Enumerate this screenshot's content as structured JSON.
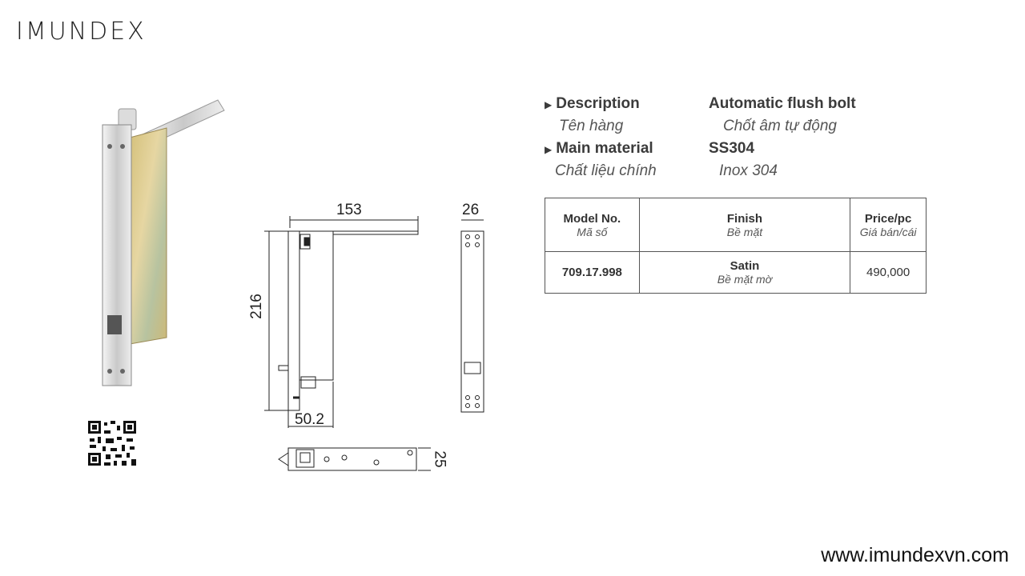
{
  "brand": {
    "logo": "IMUNDEX",
    "website": "www.imundexvn.com"
  },
  "dimensions": {
    "width": "153",
    "thickness": "26",
    "height": "216",
    "depth": "50.2",
    "bottom": "25"
  },
  "spec": {
    "description_label": "Description",
    "description_label_vi": "Tên hàng",
    "description_value": "Automatic flush bolt",
    "description_value_vi": "Chốt âm tự động",
    "material_label": "Main material",
    "material_label_vi": "Chất liệu chính",
    "material_value": "SS304",
    "material_value_vi": "Inox 304"
  },
  "table": {
    "headers": [
      {
        "en": "Model No.",
        "vi": "Mã số"
      },
      {
        "en": "Finish",
        "vi": "Bề mặt"
      },
      {
        "en": "Price/pc",
        "vi": "Giá bán/cái"
      }
    ],
    "row": {
      "model": "709.17.998",
      "finish_en": "Satin",
      "finish_vi": "Bề mặt mờ",
      "price": "490,000"
    }
  }
}
